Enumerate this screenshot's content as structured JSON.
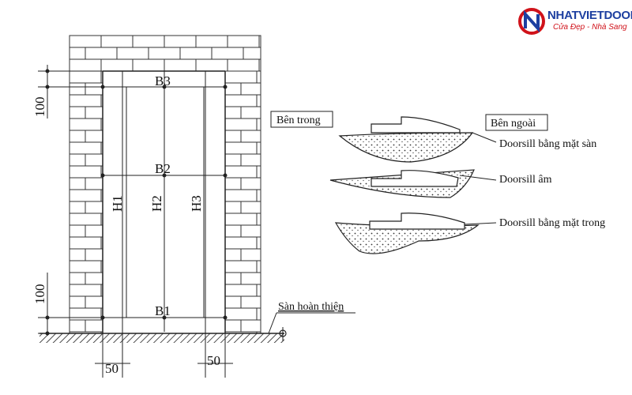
{
  "logo": {
    "brand": "NHATVIETDOOR",
    "tagline": "Cửa Đẹp - Nhà Sang",
    "brand_color": "#1d3fa0",
    "accent_color": "#d0121a"
  },
  "frame": {
    "top_dim": "100",
    "bottom_dim": "100",
    "left_gap": "50",
    "right_gap": "50",
    "widths": {
      "b1": "B1",
      "b2": "B2",
      "b3": "B3"
    },
    "heights": {
      "h1": "H1",
      "h2": "H2",
      "h3": "H3"
    },
    "floor_label": "Sàn hoàn thiện"
  },
  "sill": {
    "inside_label": "Bên trong",
    "outside_label": "Bên ngoài",
    "variants": [
      {
        "label": "Doorsill bằng mặt sàn"
      },
      {
        "label": "Doorsill âm"
      },
      {
        "label": "Doorsill bằng mặt trong"
      }
    ]
  }
}
